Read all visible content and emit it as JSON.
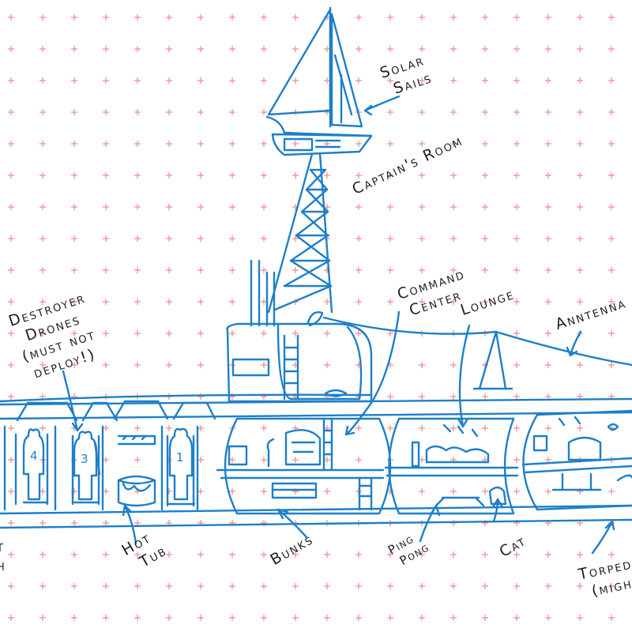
{
  "colors": {
    "ink": "#1e7fc8",
    "grid_marks": "#f08a8a",
    "label_ink": "#1f1f1f",
    "background": "#ffffff"
  },
  "labels": {
    "solar_sails": [
      "Solar",
      "Sails"
    ],
    "captains_room": "Captain's Room",
    "command_center": [
      "Command",
      "Center"
    ],
    "lounge": "Lounge",
    "antenna": "Anntenna",
    "destroyer_drones": [
      "Destroyer",
      "Drones",
      "(must not",
      "deploy!)"
    ],
    "hot_tub": [
      "Hot",
      "Tub"
    ],
    "bunks": "Bunks",
    "ping_pong": [
      "Ping",
      "Pong"
    ],
    "cat": "Cat",
    "torpedo": [
      "Torpedo",
      "(might"
    ],
    "left_edge": [
      "t",
      "h"
    ]
  },
  "drone_numbers": [
    "4",
    "3",
    "1"
  ]
}
